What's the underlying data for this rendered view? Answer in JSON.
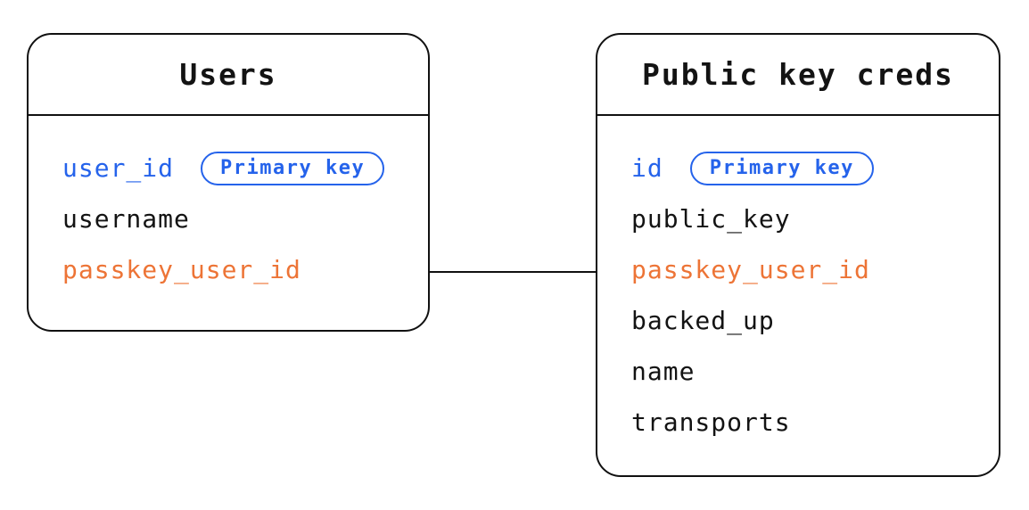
{
  "diagram": {
    "tables": [
      {
        "name": "Users",
        "fields": [
          {
            "name": "user_id",
            "role": "primary-key",
            "badge": "Primary key"
          },
          {
            "name": "username",
            "role": "normal"
          },
          {
            "name": "passkey_user_id",
            "role": "foreign-key"
          }
        ]
      },
      {
        "name": "Public key creds",
        "fields": [
          {
            "name": "id",
            "role": "primary-key",
            "badge": "Primary key"
          },
          {
            "name": "public_key",
            "role": "normal"
          },
          {
            "name": "passkey_user_id",
            "role": "foreign-key"
          },
          {
            "name": "backed_up",
            "role": "normal"
          },
          {
            "name": "name",
            "role": "normal"
          },
          {
            "name": "transports",
            "role": "normal"
          }
        ]
      }
    ],
    "relationship": {
      "from_table": "Users",
      "from_field": "passkey_user_id",
      "to_table": "Public key creds",
      "to_field": "passkey_user_id"
    },
    "colors": {
      "primary_blue": "#2563EB",
      "foreign_orange": "#ED7436",
      "line": "#111111",
      "text": "#131313",
      "background": "#FFFFFF"
    }
  }
}
